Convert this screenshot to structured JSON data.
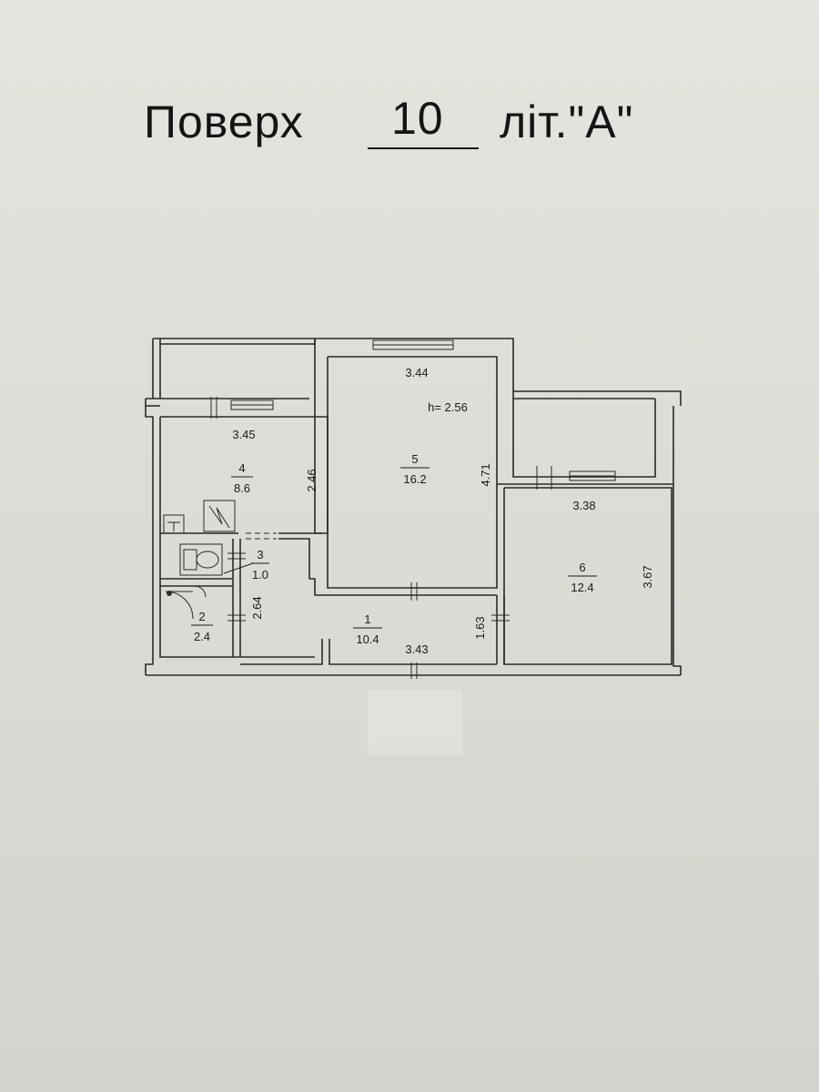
{
  "title": {
    "label": "Поверх",
    "floor": "10",
    "litera": "літ.\"А\""
  },
  "plan": {
    "ceiling_height": "h= 2.56",
    "rooms": [
      {
        "id": "1",
        "number": "1",
        "area": "10.4"
      },
      {
        "id": "2",
        "number": "2",
        "area": "2.4"
      },
      {
        "id": "3",
        "number": "3",
        "area": "1.0"
      },
      {
        "id": "4",
        "number": "4",
        "area": "8.6"
      },
      {
        "id": "5",
        "number": "5",
        "area": "16.2"
      },
      {
        "id": "6",
        "number": "6",
        "area": "12.4"
      }
    ],
    "dimensions": {
      "room4_width": "3.45",
      "room4_depth": "2.46",
      "room5_width": "3.44",
      "room5_depth": "4.71",
      "room6_width": "3.38",
      "room6_depth": "3.67",
      "room1_width": "3.43",
      "room1_depth": "1.63",
      "room2_depth": "2.64"
    },
    "colors": {
      "line": "#2a2a2a",
      "paper": "#e0e1da"
    }
  }
}
